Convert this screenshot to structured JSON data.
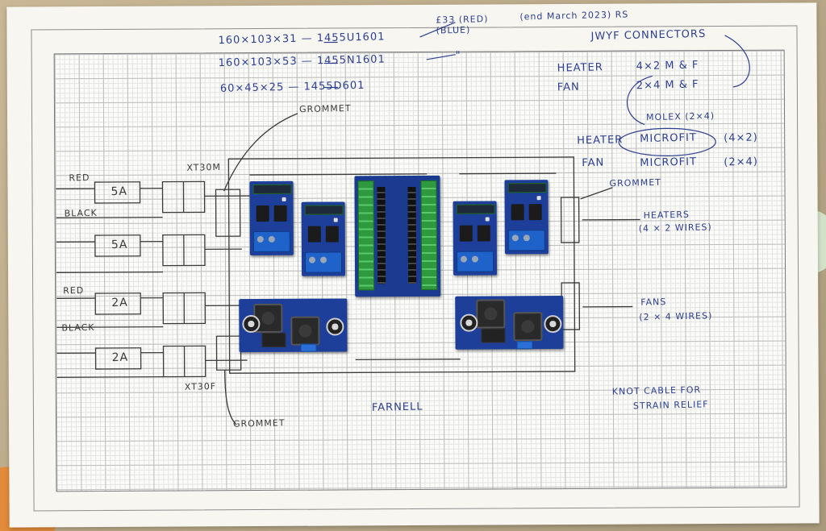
{
  "photo": {
    "annotations": {
      "enclosure_line1": "160×103×31 — 1455U1601",
      "enclosure_line2": "160×103×53 — 1455N1601",
      "enclosure_line3": "60×45×25 — 1455D601",
      "price_note": "£33 (RED) (BLUE)",
      "ditto_mark": "\"",
      "eol_note": "(end March 2023) RS",
      "jwyf_connectors": "JWYF CONNECTORS",
      "heater_label": "HEATER",
      "heater_spec": "4×2   M & F",
      "fan_label": "FAN",
      "fan_spec": "2×4   M & F",
      "molex_note": "MOLEX (2×4)",
      "microfit_heater_label": "HEATER",
      "microfit_heater": "MICROFIT",
      "microfit_heater_spec": "(4×2)",
      "microfit_fan_label": "FAN",
      "microfit_fan": "MICROFIT",
      "microfit_fan_spec": "(2×4)",
      "grommet_top": "GROMMET",
      "grommet_right": "GROMMET",
      "grommet_bottom": "GROMMET",
      "xt30m": "XT30M",
      "xt30f": "XT30F",
      "wire_red_1": "RED",
      "wire_black_1": "BLACK",
      "wire_red_2": "RED",
      "wire_black_2": "BLACK",
      "fuse_1": "5A",
      "fuse_2": "5A",
      "fuse_3": "2A",
      "fuse_4": "2A",
      "heaters_note_1": "HEATERS",
      "heaters_note_2": "(4 × 2 WIRES)",
      "fans_note_1": "FANS",
      "fans_note_2": "(2 × 4 WIRES)",
      "supplier": "FARNELL",
      "knot_note_1": "KNOT CABLE FOR",
      "knot_note_2": "STRAIN RELIEF"
    }
  }
}
